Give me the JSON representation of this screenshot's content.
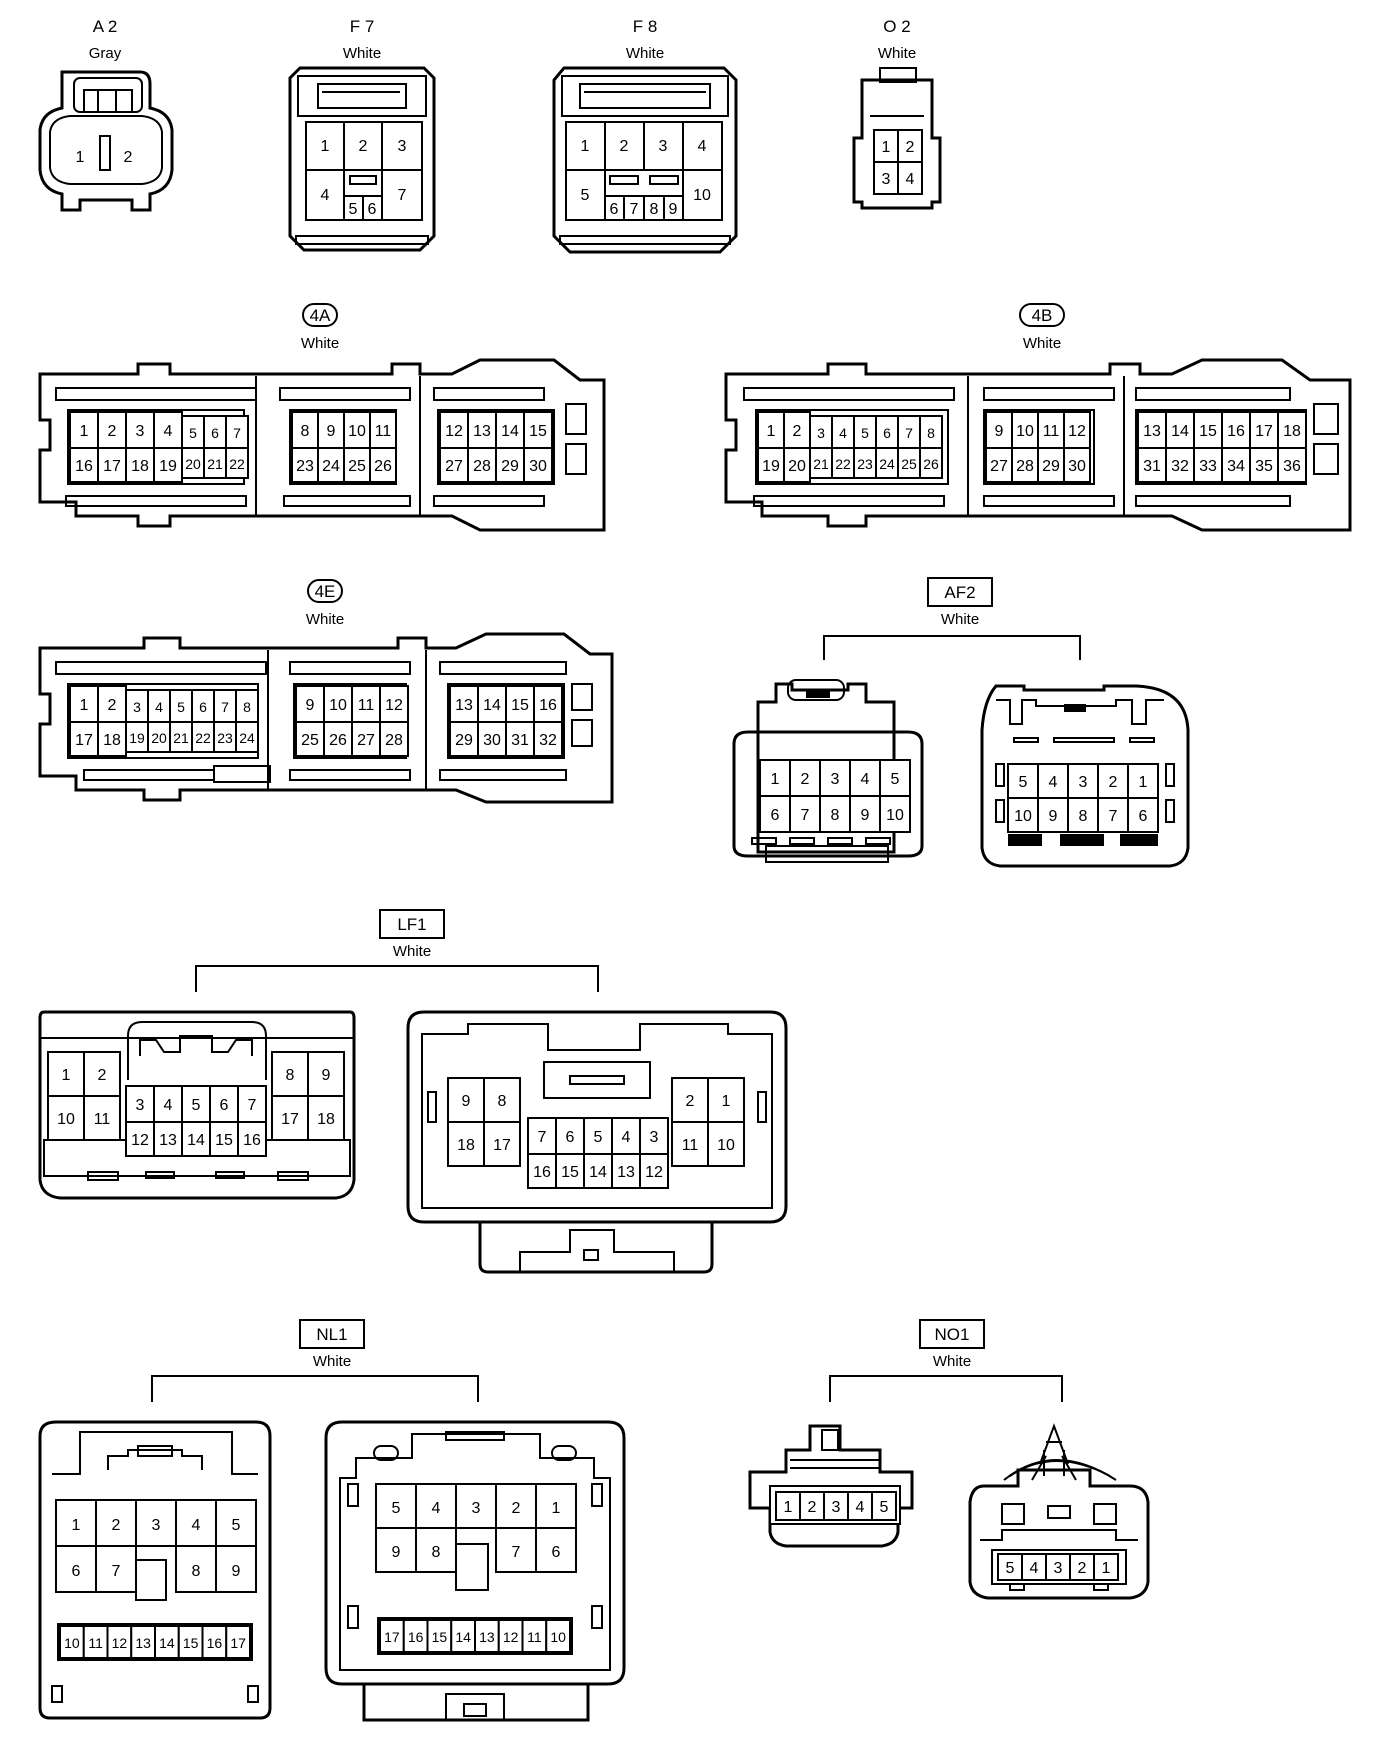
{
  "connectors": {
    "a2": {
      "code": "A 2",
      "color": "Gray"
    },
    "f7": {
      "code": "F 7",
      "color": "White"
    },
    "f8": {
      "code": "F 8",
      "color": "White"
    },
    "o2": {
      "code": "O 2",
      "color": "White"
    },
    "c4a": {
      "code": "4A",
      "color": "White"
    },
    "c4b": {
      "code": "4B",
      "color": "White"
    },
    "c4e": {
      "code": "4E",
      "color": "White"
    },
    "af2": {
      "code": "AF2",
      "color": "White"
    },
    "lf1": {
      "code": "LF1",
      "color": "White"
    },
    "nl1": {
      "code": "NL1",
      "color": "White"
    },
    "no1": {
      "code": "NO1",
      "color": "White"
    }
  },
  "pins": {
    "a2": [
      "1",
      "2"
    ],
    "f7": [
      "1",
      "2",
      "3",
      "4",
      "5",
      "6",
      "7"
    ],
    "f8": [
      "1",
      "2",
      "3",
      "4",
      "5",
      "6",
      "7",
      "8",
      "9",
      "10"
    ],
    "o2": [
      "1",
      "2",
      "3",
      "4"
    ],
    "c4a": [
      "1",
      "2",
      "3",
      "4",
      "5",
      "6",
      "7",
      "16",
      "17",
      "18",
      "19",
      "20",
      "21",
      "22",
      "8",
      "9",
      "10",
      "11",
      "23",
      "24",
      "25",
      "26",
      "12",
      "13",
      "14",
      "15",
      "27",
      "28",
      "29",
      "30"
    ],
    "c4b": [
      "1",
      "2",
      "3",
      "4",
      "5",
      "6",
      "7",
      "8",
      "19",
      "20",
      "21",
      "22",
      "23",
      "24",
      "25",
      "26",
      "9",
      "10",
      "11",
      "12",
      "27",
      "28",
      "29",
      "30",
      "13",
      "14",
      "15",
      "16",
      "17",
      "18",
      "31",
      "32",
      "33",
      "34",
      "35",
      "36"
    ],
    "c4e": [
      "1",
      "2",
      "3",
      "4",
      "5",
      "6",
      "7",
      "8",
      "17",
      "18",
      "19",
      "20",
      "21",
      "22",
      "23",
      "24",
      "9",
      "10",
      "11",
      "12",
      "25",
      "26",
      "27",
      "28",
      "13",
      "14",
      "15",
      "16",
      "29",
      "30",
      "31",
      "32"
    ],
    "af2_left": [
      "1",
      "2",
      "3",
      "4",
      "5",
      "6",
      "7",
      "8",
      "9",
      "10"
    ],
    "af2_right": [
      "5",
      "4",
      "3",
      "2",
      "1",
      "10",
      "9",
      "8",
      "7",
      "6"
    ],
    "lf1_left": [
      "1",
      "2",
      "10",
      "11",
      "3",
      "4",
      "5",
      "6",
      "7",
      "12",
      "13",
      "14",
      "15",
      "16",
      "8",
      "9",
      "17",
      "18"
    ],
    "lf1_right": [
      "9",
      "8",
      "18",
      "17",
      "7",
      "6",
      "5",
      "4",
      "3",
      "16",
      "15",
      "14",
      "13",
      "12",
      "2",
      "1",
      "11",
      "10"
    ],
    "nl1_left": [
      "1",
      "2",
      "3",
      "4",
      "5",
      "6",
      "7",
      "8",
      "9",
      "10",
      "11",
      "12",
      "13",
      "14",
      "15",
      "16",
      "17"
    ],
    "nl1_right": [
      "5",
      "4",
      "3",
      "2",
      "1",
      "9",
      "8",
      "7",
      "6",
      "17",
      "16",
      "15",
      "14",
      "13",
      "12",
      "11",
      "10"
    ],
    "no1_left": [
      "1",
      "2",
      "3",
      "4",
      "5"
    ],
    "no1_right": [
      "5",
      "4",
      "3",
      "2",
      "1"
    ]
  }
}
